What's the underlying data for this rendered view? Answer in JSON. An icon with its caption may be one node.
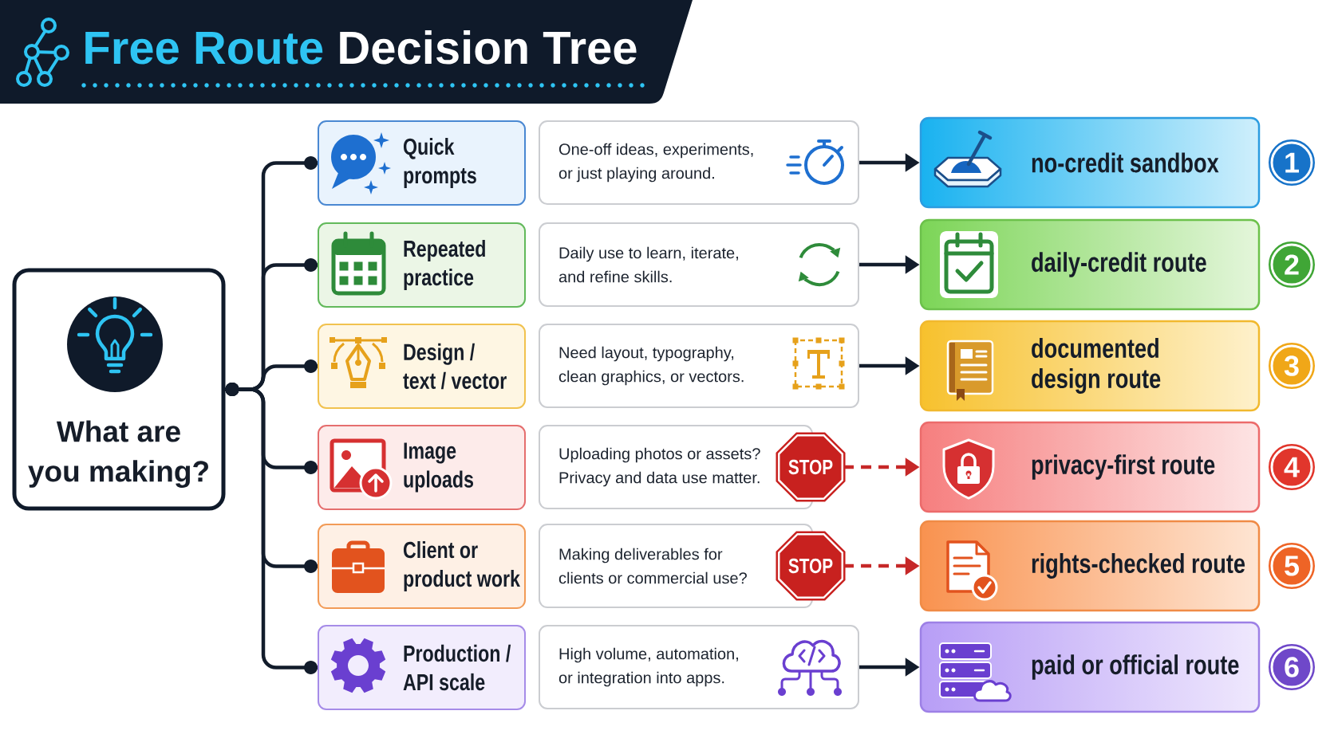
{
  "diagram": {
    "title": "Free Route Decision Tree",
    "nodes": [
      {
        "text": [
          "What are you making?"
        ]
      },
      {
        "text": [
          "Quick prompts"
        ]
      },
      {
        "text": [
          "Repeated practice"
        ]
      },
      {
        "text": [
          "Design / text / vector"
        ]
      },
      {
        "text": [
          "Image uploads"
        ]
      },
      {
        "text": [
          "Client or product work"
        ]
      },
      {
        "text": [
          "Production / API scale"
        ]
      },
      {
        "text": [
          "One-off ideas, experiments, or just playing around."
        ]
      },
      {
        "text": [
          "Daily use to learn, iterate, and refine skills."
        ]
      },
      {
        "text": [
          "Need layout, typography, clean graphics, or vectors."
        ]
      },
      {
        "text": [
          "Uploading photos or assets? Privacy and data use matter."
        ]
      },
      {
        "text": [
          "Making deliverables for clients or commercial use?"
        ]
      },
      {
        "text": [
          "High volume, automation, or integration into apps."
        ]
      },
      {
        "text": [
          "STOP"
        ]
      },
      {
        "text": [
          "STOP"
        ]
      },
      {
        "text": [
          "no-credit sandbox"
        ]
      },
      {
        "text": [
          "daily-credit route"
        ]
      },
      {
        "text": [
          "documented design route"
        ]
      },
      {
        "text": [
          "privacy-first route"
        ]
      },
      {
        "text": [
          "rights-checked route"
        ]
      },
      {
        "text": [
          "paid or official route"
        ]
      },
      {
        "text": [
          "1"
        ]
      },
      {
        "text": [
          "2"
        ]
      },
      {
        "text": [
          "3"
        ]
      },
      {
        "text": [
          "4"
        ]
      },
      {
        "text": [
          "5"
        ]
      },
      {
        "text": [
          "6"
        ]
      }
    ],
    "edges": [
      {
        "from": 0,
        "to": 1,
        "arrow": "other"
      },
      {
        "from": 0,
        "to": 2,
        "arrow": "other"
      },
      {
        "from": 0,
        "to": 3,
        "arrow": "other"
      },
      {
        "from": 0,
        "to": 4,
        "arrow": "other"
      },
      {
        "from": 0,
        "to": 5,
        "arrow": "other"
      },
      {
        "from": 0,
        "to": 6,
        "arrow": "other"
      },
      {
        "from": 7,
        "to": 15,
        "arrow": "to"
      },
      {
        "from": 8,
        "to": 16,
        "arrow": "to"
      },
      {
        "from": 9,
        "to": 17,
        "arrow": "to"
      },
      {
        "from": 13,
        "to": 18,
        "arrow": "to",
        "style": "dashed",
        "color": "#c62828"
      },
      {
        "from": 14,
        "to": 19,
        "arrow": "to",
        "style": "dashed",
        "color": "#c62828"
      },
      {
        "from": 12,
        "to": 20,
        "arrow": "to"
      }
    ]
  }
}
